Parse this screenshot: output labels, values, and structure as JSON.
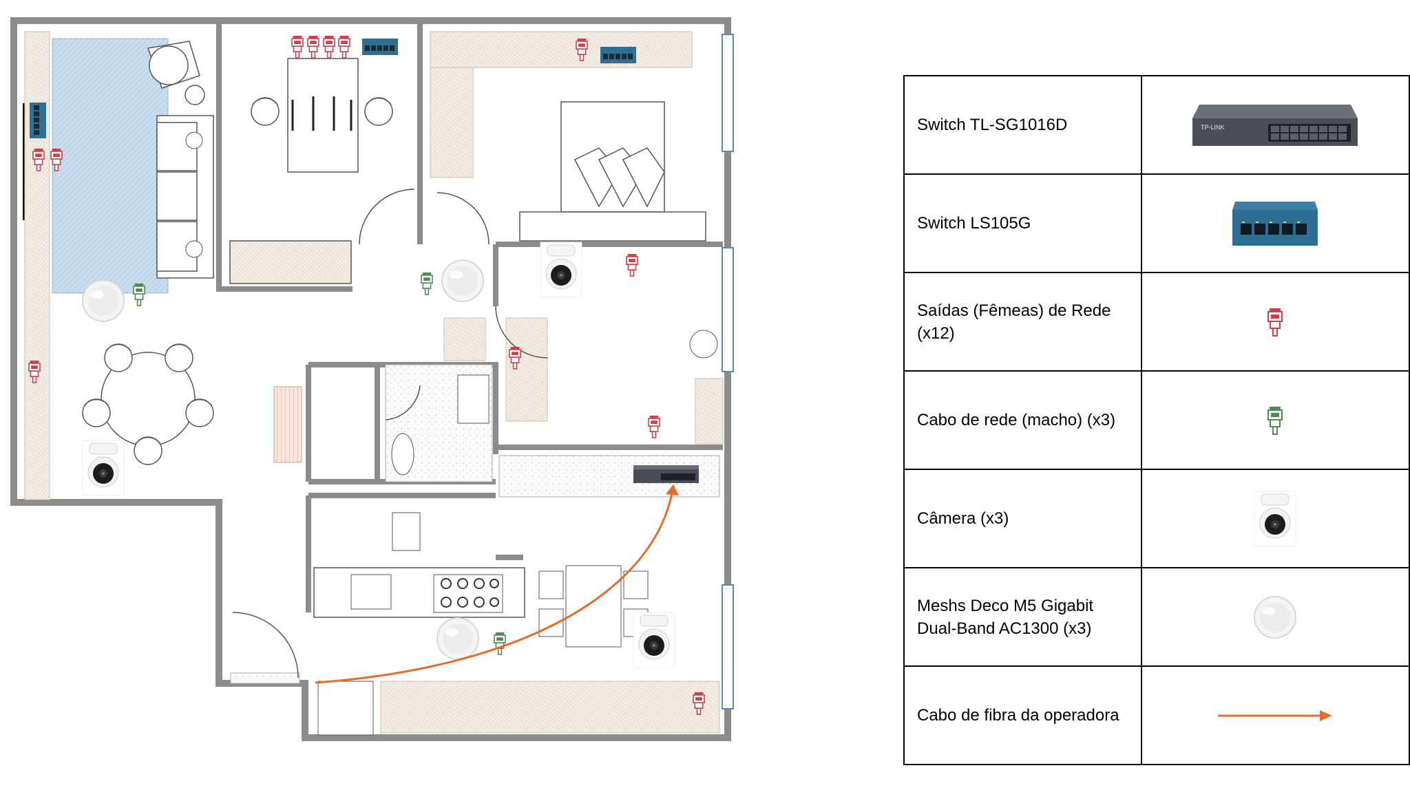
{
  "legend": {
    "rows": [
      {
        "label": "Switch TL-SG1016D",
        "icon": "rack-switch-icon",
        "brand": "TP-LINK"
      },
      {
        "label": "Switch LS105G",
        "icon": "desktop-switch-icon"
      },
      {
        "label": "Saídas (Fêmeas) de Rede (x12)",
        "icon": "network-outlet-female-icon"
      },
      {
        "label": "Cabo de rede (macho) (x3)",
        "icon": "network-cable-male-icon"
      },
      {
        "label": "Câmera (x3)",
        "icon": "camera-icon"
      },
      {
        "label": "Meshs Deco M5 Gigabit Dual-Band AC1300 (x3)",
        "icon": "mesh-router-icon"
      },
      {
        "label": "Cabo de fibra da operadora",
        "icon": "fiber-cable-arrow-icon"
      }
    ]
  },
  "colors": {
    "fiber": "#e46c2a",
    "outlet_female": "#cf3f4b",
    "cable_male": "#4f8a53",
    "switch_blue": "#2f6f93",
    "wall": "#8c8c8c",
    "rug": "#c9dcee",
    "cabinet": "#f3ece4"
  }
}
